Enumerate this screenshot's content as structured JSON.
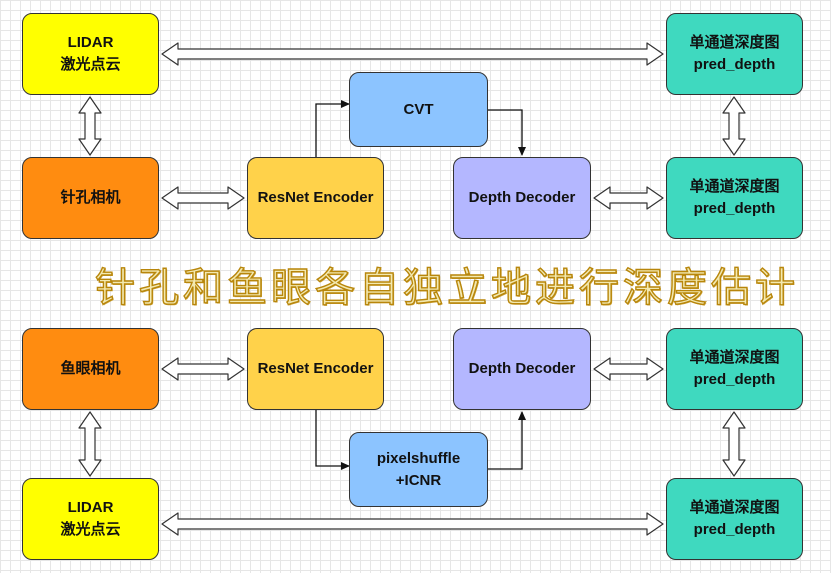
{
  "nodes": {
    "lidar_top": {
      "line1": "LIDAR",
      "line2": "激光点云"
    },
    "pinhole_camera": {
      "label": "针孔相机"
    },
    "resnet_top": {
      "label": "ResNet Encoder"
    },
    "cvt": {
      "label": "CVT"
    },
    "depth_decoder_top": {
      "label": "Depth Decoder"
    },
    "out_top_1": {
      "line1": "单通道深度图",
      "line2": "pred_depth"
    },
    "out_top_2": {
      "line1": "单通道深度图",
      "line2": "pred_depth"
    },
    "fisheye_camera": {
      "label": "鱼眼相机"
    },
    "resnet_bottom": {
      "label": "ResNet Encoder"
    },
    "depth_decoder_bottom": {
      "label": "Depth Decoder"
    },
    "pixelshuffle": {
      "line1": "pixelshuffle",
      "line2": "+ICNR"
    },
    "lidar_bottom": {
      "line1": "LIDAR",
      "line2": "激光点云"
    },
    "out_bottom_1": {
      "line1": "单通道深度图",
      "line2": "pred_depth"
    },
    "out_bottom_2": {
      "line1": "单通道深度图",
      "line2": "pred_depth"
    }
  },
  "banner": "针孔和鱼眼各自独立地进行深度估计",
  "colors": {
    "lidar": "#ffff00",
    "camera": "#ff8c10",
    "encoder": "#ffd24a",
    "transform": "#8cc4ff",
    "decoder": "#b4b7ff",
    "output": "#3fd9bf"
  }
}
